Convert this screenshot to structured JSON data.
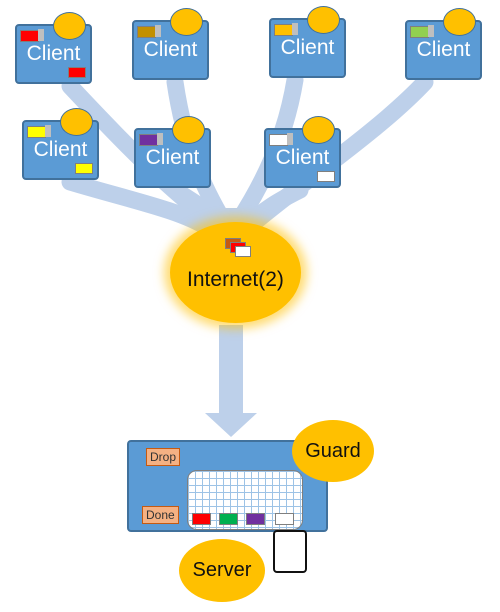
{
  "clients": [
    {
      "label": "Client",
      "packet_color": "#ff0000",
      "stack_color": "#ff0000"
    },
    {
      "label": "Client",
      "packet_color": "#c29000",
      "stack_color": null
    },
    {
      "label": "Client",
      "packet_color": "#ffc000",
      "stack_color": null
    },
    {
      "label": "Client",
      "packet_color": "#92d050",
      "stack_color": null
    },
    {
      "label": "Client",
      "packet_color": "#ffff00",
      "stack_color": "#ffff00"
    },
    {
      "label": "Client",
      "packet_color": "#7030a0",
      "stack_color": null
    },
    {
      "label": "Client",
      "packet_color": "#ffffff",
      "stack_color": "#ffffff"
    }
  ],
  "internet": {
    "label": "Internet(2)",
    "packet_colors": [
      "#c55a11",
      "#ff0000",
      "#ffffff"
    ]
  },
  "server": {
    "label": "Server",
    "drop_label": "Drop",
    "done_label": "Done",
    "guard_label": "Guard",
    "done_slots": [
      "#ff0000",
      "#00b050",
      "#7030a0",
      "#ffffff"
    ]
  },
  "colors": {
    "box_fill": "#5b9bd5",
    "box_border": "#41719c",
    "accent": "#ffc000",
    "arrow": "#bdd0ea"
  }
}
